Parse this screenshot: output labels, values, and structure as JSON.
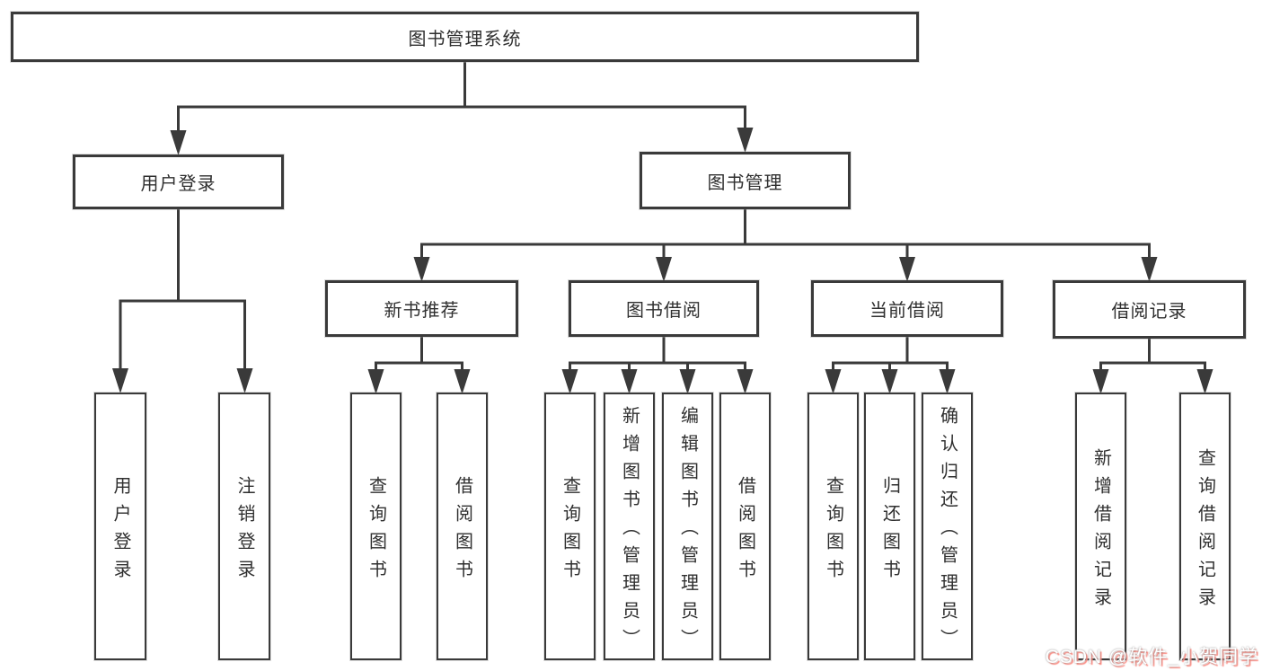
{
  "colors": {
    "line": "#3a3a3a",
    "box_border": "#3a3a3a",
    "text": "#2f2f2f",
    "background": "#ffffff",
    "watermark_shadow": "#ff8a80"
  },
  "watermark": {
    "text": "CSDN @软件_小贺同学"
  },
  "tree": {
    "label": "图书管理系统",
    "children": [
      {
        "label": "用户登录",
        "children": [
          {
            "label": "用户登录"
          },
          {
            "label": "注销登录"
          }
        ]
      },
      {
        "label": "图书管理",
        "children": [
          {
            "label": "新书推荐",
            "children": [
              {
                "label": "查询图书"
              },
              {
                "label": "借阅图书"
              }
            ]
          },
          {
            "label": "图书借阅",
            "children": [
              {
                "label": "查询图书"
              },
              {
                "label": "新增图书（管理员）"
              },
              {
                "label": "编辑图书（管理员）"
              },
              {
                "label": "借阅图书"
              }
            ]
          },
          {
            "label": "当前借阅",
            "children": [
              {
                "label": "查询图书"
              },
              {
                "label": "归还图书"
              },
              {
                "label": "确认归还（管理员）"
              }
            ]
          },
          {
            "label": "借阅记录",
            "children": [
              {
                "label": "新增借阅记录"
              },
              {
                "label": "查询借阅记录"
              }
            ]
          }
        ]
      }
    ]
  }
}
